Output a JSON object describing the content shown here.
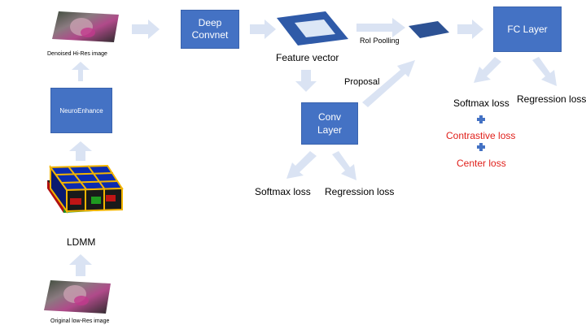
{
  "pipeline": {
    "denoised_label": "Denoised Hi-Res image",
    "neuroenhance_label": "NeuroEnhance",
    "ldmm_label": "LDMM",
    "original_label": "Original low-Res image",
    "deep_convnet_label": "Deep Convnet",
    "feature_vector_label": "Feature vector",
    "roi_pooling_label": "RoI Poolling",
    "fc_layer_label": "FC Layer",
    "proposal_label": "Proposal",
    "conv_layer_label": "Conv Layer"
  },
  "conv_losses": {
    "softmax": "Softmax loss",
    "regression": "Regression loss"
  },
  "fc_losses": {
    "softmax": "Softmax loss",
    "regression": "Regression loss",
    "contrastive": "Contrastive loss",
    "center": "Center loss"
  },
  "colors": {
    "box_fill": "#4472c4",
    "arrow_fill": "#dae3f3",
    "highlight_text": "#e0201b",
    "plus_sign": "#4472c4"
  },
  "icons": {
    "photo": "blurred-photo-thumbnail",
    "grid": "3d-grid-volume-icon",
    "feature": "feature-map-icon",
    "roi": "roi-patch-icon"
  }
}
